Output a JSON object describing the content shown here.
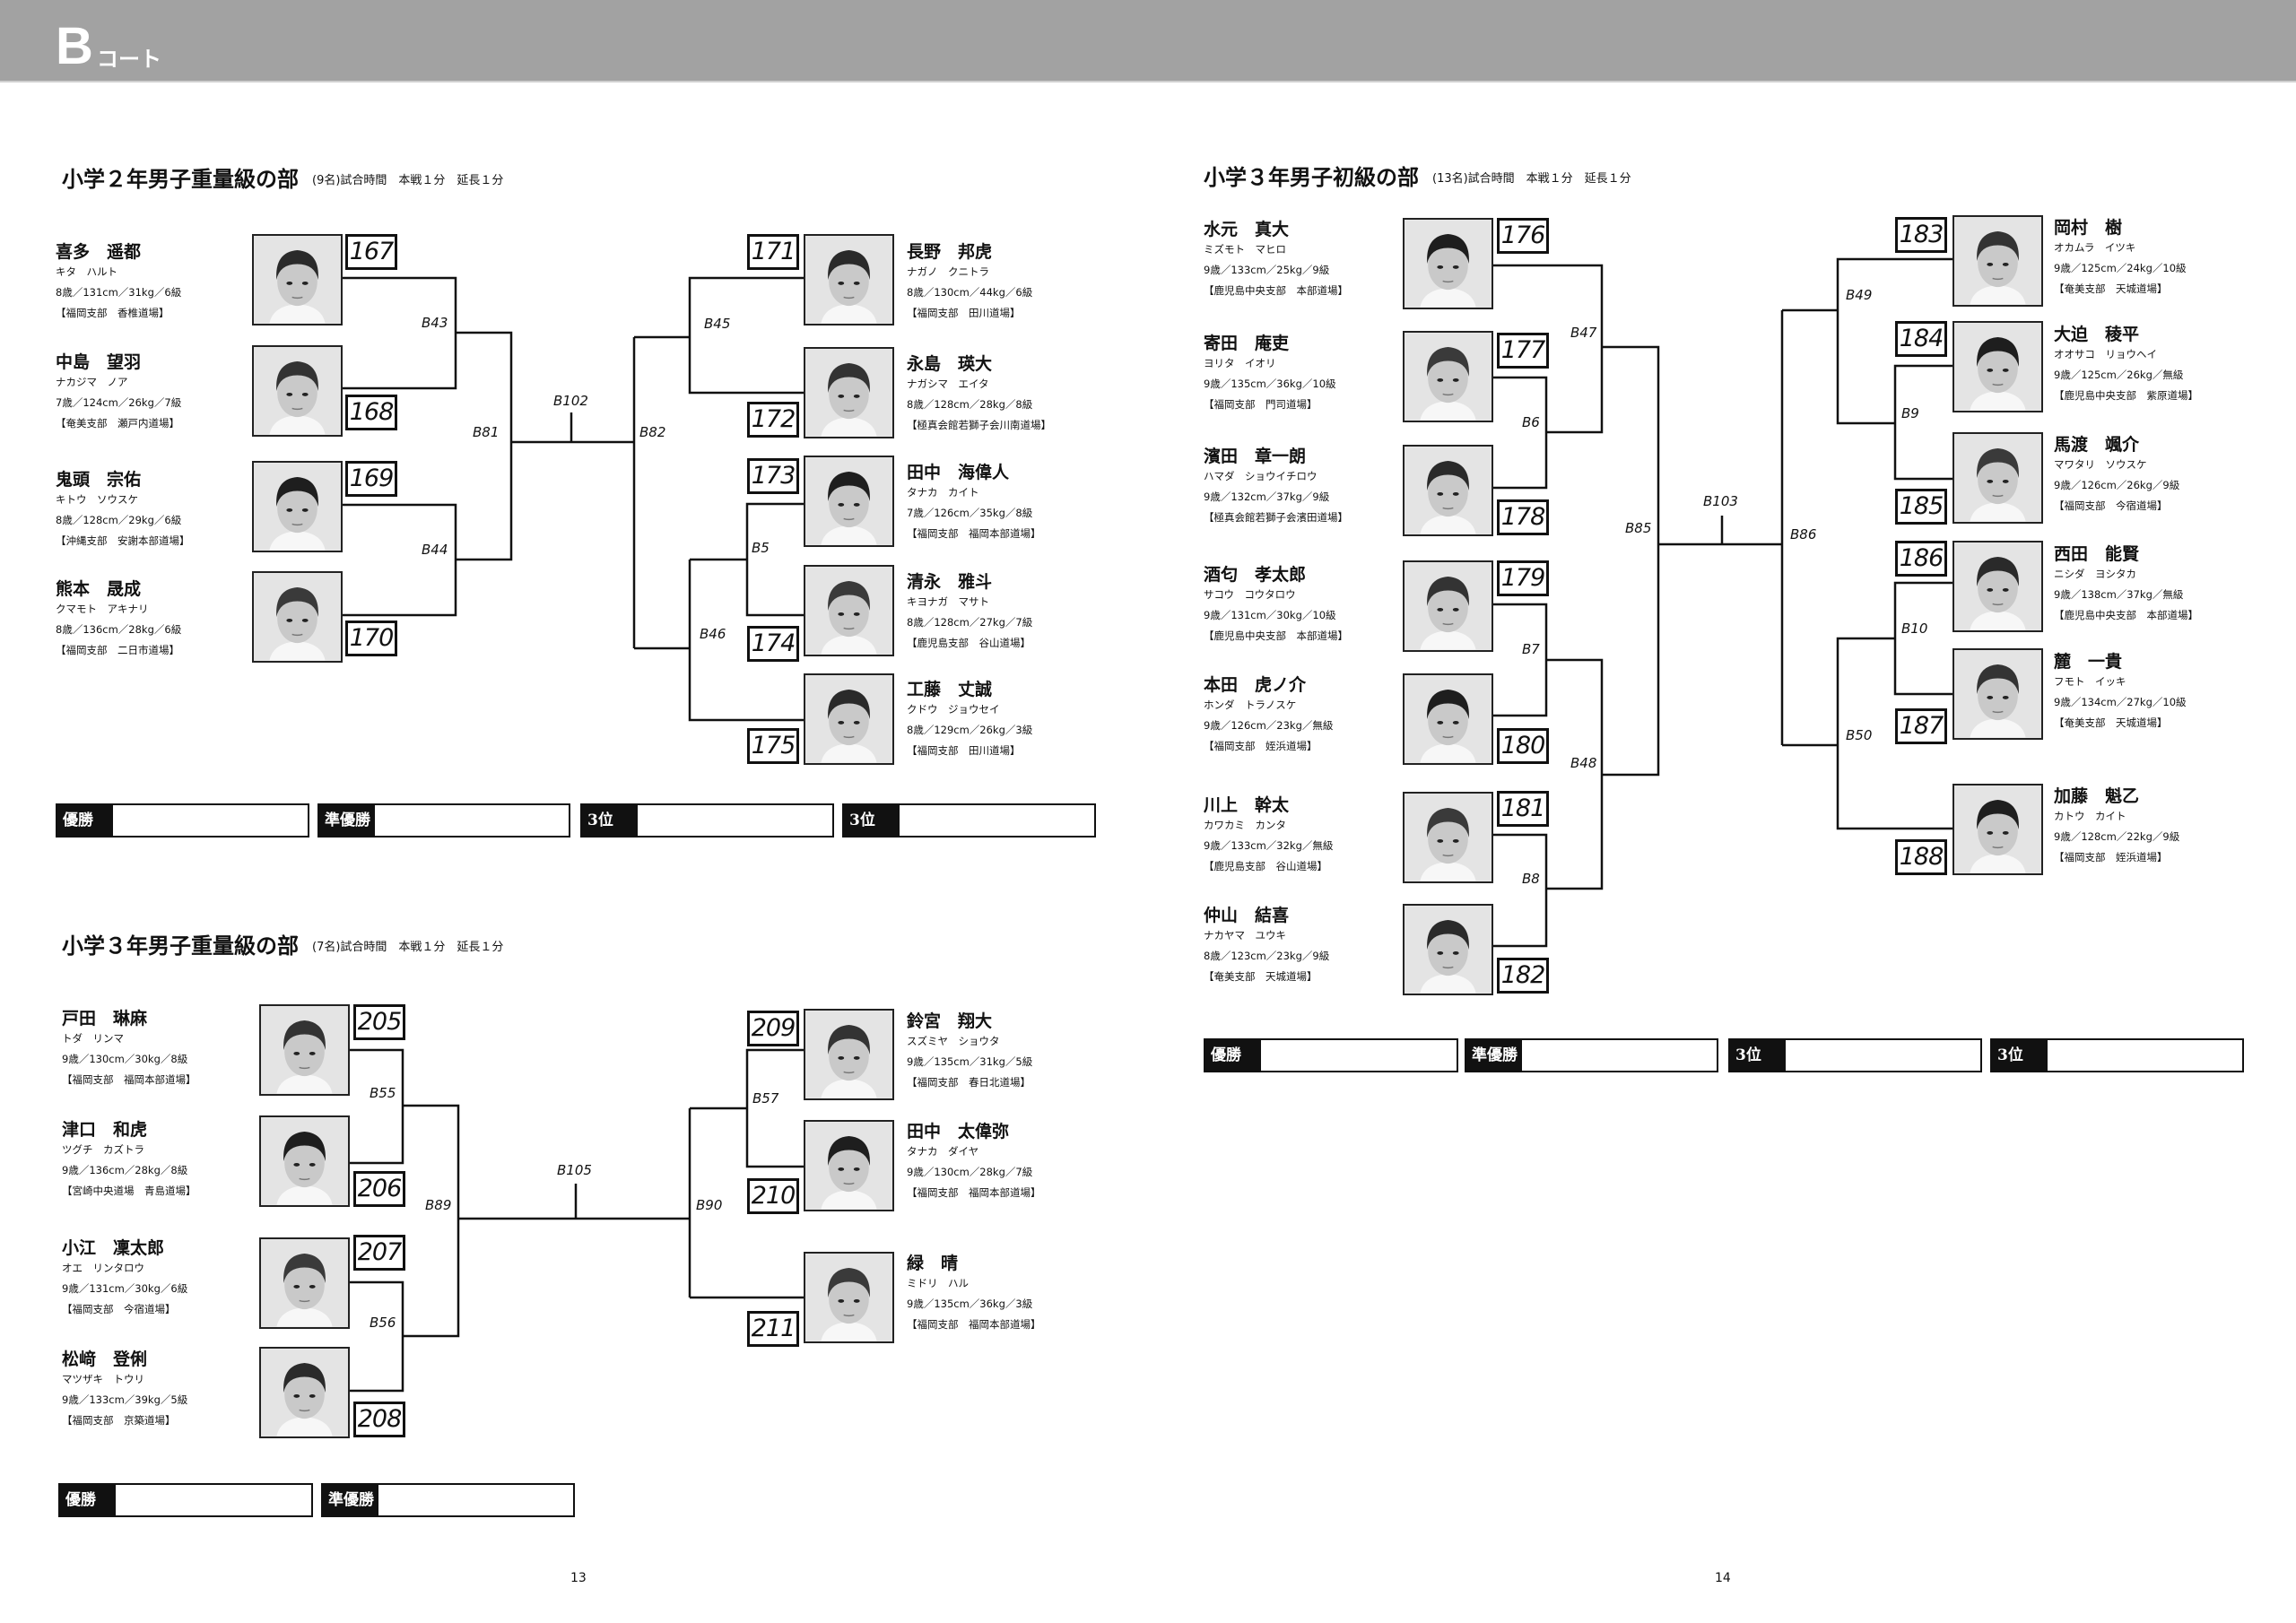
{
  "header": {
    "court_letter": "B",
    "court_label": "コート"
  },
  "brackets": [
    {
      "title": "小学２年男子重量級の部",
      "subtitle": "(9名)試合時間　本戦１分　延長１分",
      "entries": [
        {
          "number": "167",
          "name": "喜多　遥都",
          "kana": "キタ　ハルト",
          "stats": "8歳／131cm／31kg／6級",
          "dojo": "【福岡支部　香椎道場】"
        },
        {
          "number": "168",
          "name": "中島　望羽",
          "kana": "ナカジマ　ノア",
          "stats": "7歳／124cm／26kg／7級",
          "dojo": "【奄美支部　瀬戸内道場】"
        },
        {
          "number": "169",
          "name": "鬼頭　宗佑",
          "kana": "キトウ　ソウスケ",
          "stats": "8歳／128cm／29kg／6級",
          "dojo": "【沖縄支部　安謝本部道場】"
        },
        {
          "number": "170",
          "name": "熊本　晟成",
          "kana": "クマモト　アキナリ",
          "stats": "8歳／136cm／28kg／6級",
          "dojo": "【福岡支部　二日市道場】"
        },
        {
          "number": "171",
          "name": "長野　邦虎",
          "kana": "ナガノ　クニトラ",
          "stats": "8歳／130cm／44kg／6級",
          "dojo": "【福岡支部　田川道場】"
        },
        {
          "number": "172",
          "name": "永島　瑛大",
          "kana": "ナガシマ　エイタ",
          "stats": "8歳／128cm／28kg／8級",
          "dojo": "【極真会館若獅子会川南道場】"
        },
        {
          "number": "173",
          "name": "田中　海偉人",
          "kana": "タナカ　カイト",
          "stats": "7歳／126cm／35kg／8級",
          "dojo": "【福岡支部　福岡本部道場】"
        },
        {
          "number": "174",
          "name": "清永　雅斗",
          "kana": "キヨナガ　マサト",
          "stats": "8歳／128cm／27kg／7級",
          "dojo": "【鹿児島支部　谷山道場】"
        },
        {
          "number": "175",
          "name": "工藤　丈誠",
          "kana": "クドウ　ジョウセイ",
          "stats": "8歳／129cm／26kg／3級",
          "dojo": "【福岡支部　田川道場】"
        }
      ],
      "matches": [
        "B43",
        "B44",
        "B81",
        "B102",
        "B82",
        "B45",
        "B46",
        "B5"
      ],
      "results": [
        "優勝",
        "準優勝",
        "3位",
        "3位"
      ]
    },
    {
      "title": "小学３年男子重量級の部",
      "subtitle": "(7名)試合時間　本戦１分　延長１分",
      "entries": [
        {
          "number": "205",
          "name": "戸田　琳麻",
          "kana": "トダ　リンマ",
          "stats": "9歳／130cm／30kg／8級",
          "dojo": "【福岡支部　福岡本部道場】"
        },
        {
          "number": "206",
          "name": "津口　和虎",
          "kana": "ツグチ　カズトラ",
          "stats": "9歳／136cm／28kg／8級",
          "dojo": "【宮崎中央道場　青島道場】"
        },
        {
          "number": "207",
          "name": "小江　凜太郎",
          "kana": "オエ　リンタロウ",
          "stats": "9歳／131cm／30kg／6級",
          "dojo": "【福岡支部　今宿道場】"
        },
        {
          "number": "208",
          "name": "松﨑　登俐",
          "kana": "マツザキ　トウリ",
          "stats": "9歳／133cm／39kg／5級",
          "dojo": "【福岡支部　京築道場】"
        },
        {
          "number": "209",
          "name": "鈴宮　翔大",
          "kana": "スズミヤ　ショウタ",
          "stats": "9歳／135cm／31kg／5級",
          "dojo": "【福岡支部　春日北道場】"
        },
        {
          "number": "210",
          "name": "田中　太偉弥",
          "kana": "タナカ　ダイヤ",
          "stats": "9歳／130cm／28kg／7級",
          "dojo": "【福岡支部　福岡本部道場】"
        },
        {
          "number": "211",
          "name": "緑　晴",
          "kana": "ミドリ　ハル",
          "stats": "9歳／135cm／36kg／3級",
          "dojo": "【福岡支部　福岡本部道場】"
        }
      ],
      "matches": [
        "B55",
        "B56",
        "B89",
        "B105",
        "B90",
        "B57"
      ],
      "results": [
        "優勝",
        "準優勝"
      ]
    },
    {
      "title": "小学３年男子初級の部",
      "subtitle": "(13名)試合時間　本戦１分　延長１分",
      "entries": [
        {
          "number": "176",
          "name": "水元　真大",
          "kana": "ミズモト　マヒロ",
          "stats": "9歳／133cm／25kg／9級",
          "dojo": "【鹿児島中央支部　本部道場】"
        },
        {
          "number": "177",
          "name": "寄田　庵吏",
          "kana": "ヨリタ　イオリ",
          "stats": "9歳／135cm／36kg／10級",
          "dojo": "【福岡支部　門司道場】"
        },
        {
          "number": "178",
          "name": "濱田　章一朗",
          "kana": "ハマダ　ショウイチロウ",
          "stats": "9歳／132cm／37kg／9級",
          "dojo": "【極真会館若獅子会濱田道場】"
        },
        {
          "number": "179",
          "name": "酒匂　孝太郎",
          "kana": "サコウ　コウタロウ",
          "stats": "9歳／131cm／30kg／10級",
          "dojo": "【鹿児島中央支部　本部道場】"
        },
        {
          "number": "180",
          "name": "本田　虎ノ介",
          "kana": "ホンダ　トラノスケ",
          "stats": "9歳／126cm／23kg／無級",
          "dojo": "【福岡支部　姪浜道場】"
        },
        {
          "number": "181",
          "name": "川上　幹太",
          "kana": "カワカミ　カンタ",
          "stats": "9歳／133cm／32kg／無級",
          "dojo": "【鹿児島支部　谷山道場】"
        },
        {
          "number": "182",
          "name": "仲山　結喜",
          "kana": "ナカヤマ　ユウキ",
          "stats": "8歳／123cm／23kg／9級",
          "dojo": "【奄美支部　天城道場】"
        },
        {
          "number": "183",
          "name": "岡村　樹",
          "kana": "オカムラ　イツキ",
          "stats": "9歳／125cm／24kg／10級",
          "dojo": "【奄美支部　天城道場】"
        },
        {
          "number": "184",
          "name": "大迫　稜平",
          "kana": "オオサコ　リョウヘイ",
          "stats": "9歳／125cm／26kg／無級",
          "dojo": "【鹿児島中央支部　紫原道場】"
        },
        {
          "number": "185",
          "name": "馬渡　颯介",
          "kana": "マワタリ　ソウスケ",
          "stats": "9歳／126cm／26kg／9級",
          "dojo": "【福岡支部　今宿道場】"
        },
        {
          "number": "186",
          "name": "西田　能賢",
          "kana": "ニシダ　ヨシタカ",
          "stats": "9歳／138cm／37kg／無級",
          "dojo": "【鹿児島中央支部　本部道場】"
        },
        {
          "number": "187",
          "name": "麓　一貴",
          "kana": "フモト　イッキ",
          "stats": "9歳／134cm／27kg／10級",
          "dojo": "【奄美支部　天城道場】"
        },
        {
          "number": "188",
          "name": "加藤　魁乙",
          "kana": "カトウ　カイト",
          "stats": "9歳／128cm／22kg／9級",
          "dojo": "【福岡支部　姪浜道場】"
        }
      ],
      "matches": [
        "B47",
        "B6",
        "B85",
        "B103",
        "B86",
        "B7",
        "B48",
        "B8",
        "B49",
        "B9",
        "B10",
        "B50"
      ],
      "results": [
        "優勝",
        "準優勝",
        "3位",
        "3位"
      ]
    }
  ],
  "page_numbers": [
    "13",
    "14"
  ]
}
